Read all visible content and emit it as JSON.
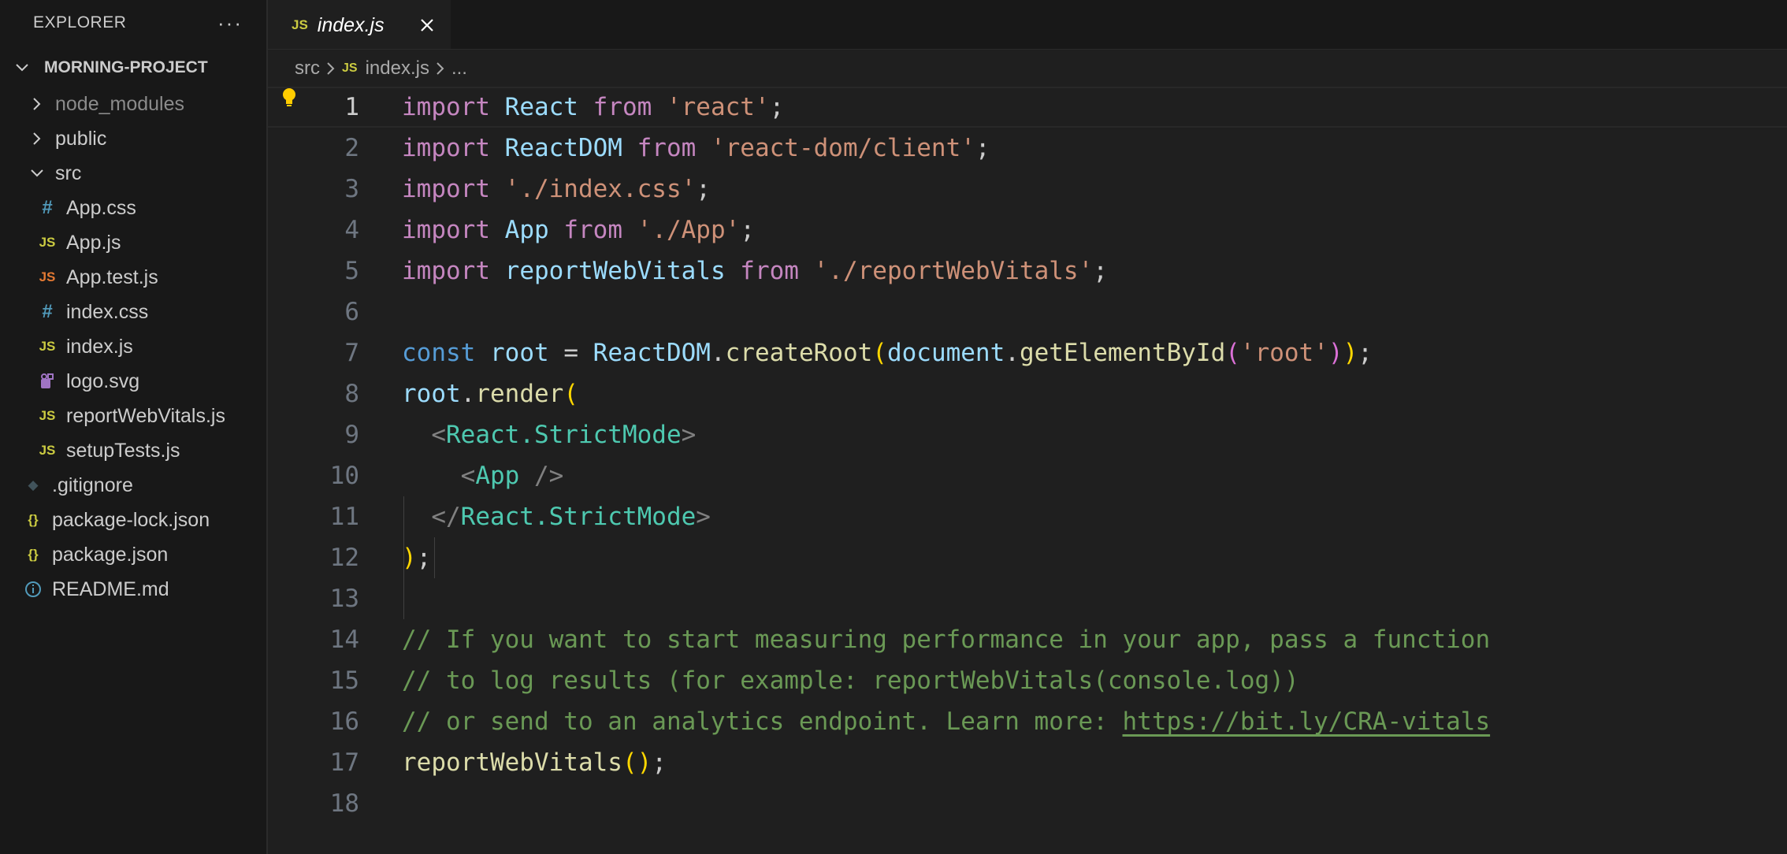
{
  "explorer": {
    "title": "EXPLORER",
    "more_label": "···",
    "project": "MORNING-PROJECT",
    "items": [
      {
        "label": "node_modules",
        "kind": "folder-collapsed",
        "icon": "chevron-right-icon"
      },
      {
        "label": "public",
        "kind": "folder-collapsed",
        "icon": "chevron-right-icon"
      },
      {
        "label": "src",
        "kind": "folder-expanded",
        "icon": "chevron-down-icon"
      },
      {
        "label": "App.css",
        "kind": "file",
        "icon": "css-hash-icon",
        "glyph": "#"
      },
      {
        "label": "App.js",
        "kind": "file",
        "icon": "js-file-icon",
        "glyph": "JS"
      },
      {
        "label": "App.test.js",
        "kind": "file",
        "icon": "js-test-file-icon",
        "glyph": "JS"
      },
      {
        "label": "index.css",
        "kind": "file",
        "icon": "css-hash-icon",
        "glyph": "#"
      },
      {
        "label": "index.js",
        "kind": "file",
        "icon": "js-file-icon",
        "glyph": "JS"
      },
      {
        "label": "logo.svg",
        "kind": "file",
        "icon": "svg-file-icon"
      },
      {
        "label": "reportWebVitals.js",
        "kind": "file",
        "icon": "js-file-icon",
        "glyph": "JS"
      },
      {
        "label": "setupTests.js",
        "kind": "file",
        "icon": "js-file-icon",
        "glyph": "JS"
      },
      {
        "label": ".gitignore",
        "kind": "file",
        "icon": "git-diamond-icon",
        "glyph": "◆"
      },
      {
        "label": "package-lock.json",
        "kind": "file",
        "icon": "json-braces-icon",
        "glyph": "{}"
      },
      {
        "label": "package.json",
        "kind": "file",
        "icon": "json-braces-icon",
        "glyph": "{}"
      },
      {
        "label": "README.md",
        "kind": "file",
        "icon": "info-circle-icon",
        "glyph": "ⓘ"
      }
    ]
  },
  "tab": {
    "badge": "JS",
    "label": "index.js"
  },
  "breadcrumb": {
    "folder": "src",
    "badge": "JS",
    "file": "index.js",
    "trail": "..."
  },
  "code_lines": [
    {
      "n": "1"
    },
    {
      "n": "2"
    },
    {
      "n": "3"
    },
    {
      "n": "4"
    },
    {
      "n": "5"
    },
    {
      "n": "6"
    },
    {
      "n": "7"
    },
    {
      "n": "8"
    },
    {
      "n": "9"
    },
    {
      "n": "10"
    },
    {
      "n": "11"
    },
    {
      "n": "12"
    },
    {
      "n": "13"
    },
    {
      "n": "14"
    },
    {
      "n": "15"
    },
    {
      "n": "16"
    },
    {
      "n": "17"
    },
    {
      "n": "18"
    }
  ],
  "code_tokens": {
    "l1": [
      "import",
      " ",
      "React",
      " ",
      "from",
      " ",
      "'react'",
      ";"
    ],
    "l2": [
      "import",
      " ",
      "ReactDOM",
      " ",
      "from",
      " ",
      "'react-dom/client'",
      ";"
    ],
    "l3": [
      "import",
      " ",
      "'./index.css'",
      ";"
    ],
    "l4": [
      "import",
      " ",
      "App",
      " ",
      "from",
      " ",
      "'./App'",
      ";"
    ],
    "l5": [
      "import",
      " ",
      "reportWebVitals",
      " ",
      "from",
      " ",
      "'./reportWebVitals'",
      ";"
    ],
    "l7": [
      "const",
      " ",
      "root",
      " = ",
      "ReactDOM",
      ".",
      "createRoot",
      "(",
      "document",
      ".",
      "getElementById",
      "(",
      "'root'",
      ")",
      ")",
      ";"
    ],
    "l8": [
      "root",
      ".",
      "render",
      "("
    ],
    "l9": [
      "  ",
      "<",
      "React.StrictMode",
      ">"
    ],
    "l10": [
      "    ",
      "<",
      "App",
      " />"
    ],
    "l11": [
      "  ",
      "</",
      "React.StrictMode",
      ">"
    ],
    "l12": [
      ")",
      ";"
    ],
    "l14": "// If you want to start measuring performance in your app, pass a function",
    "l15": "// to log results (for example: reportWebVitals(console.log))",
    "l16a": "// or send to an analytics endpoint. Learn more: ",
    "l16b": "https://bit.ly/CRA-vitals",
    "l17": [
      "reportWebVitals",
      "(",
      ")",
      ";"
    ]
  },
  "colors": {
    "keyword": "#c586c0",
    "string": "#ce9178",
    "variable": "#9cdcfe",
    "function": "#dcdcaa",
    "comment": "#6a9955",
    "jsx_tag": "#4ec9b0",
    "js_icon": "#cbcb41",
    "background": "#1f1f1f"
  }
}
